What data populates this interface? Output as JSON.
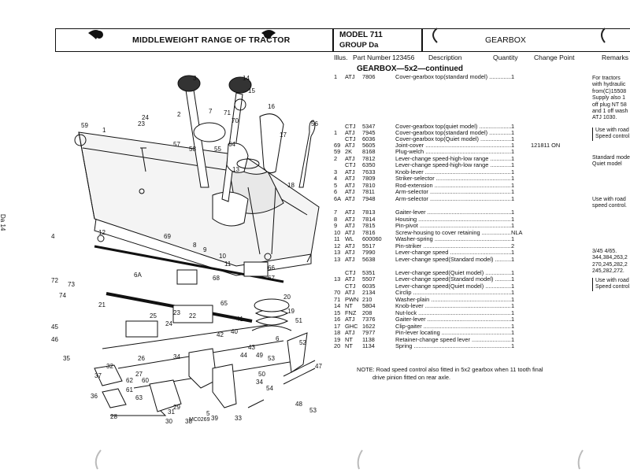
{
  "header": {
    "range_title": "MIDDLEWEIGHT RANGE OF TRACTOR",
    "model": "MODEL 711",
    "group": "GROUP Da",
    "section_title": "GEARBOX"
  },
  "columns": {
    "illus": "Illus.",
    "part_number": "Part Number",
    "ref": "123456",
    "description": "Description",
    "quantity": "Quantity",
    "change_point": "Change Point",
    "remarks": "Remarks"
  },
  "heading": "GEARBOX—5x2—continued",
  "rows": [
    {
      "ill": "1",
      "pref": "ATJ",
      "num": "7806",
      "desc": "Cover-gearbox top(standard model)",
      "qty": "1",
      "chg": ""
    },
    {
      "ill": "",
      "pref": "CTJ",
      "num": "5347",
      "desc": "Cover-gearbox top(quiet model)",
      "qty": "1",
      "chg": ""
    },
    {
      "ill": "1",
      "pref": "ATJ",
      "num": "7945",
      "desc": "Cover-gearbox top(standard model)",
      "qty": "1",
      "chg": ""
    },
    {
      "ill": "",
      "pref": "CTJ",
      "num": "6036",
      "desc": "Cover-gearbox top(Quiet model)",
      "qty": "1",
      "chg": ""
    },
    {
      "ill": "69",
      "pref": "ATJ",
      "num": "5605",
      "desc": "Joint-cover",
      "qty": "1",
      "chg": "121811 ON"
    },
    {
      "ill": "59",
      "pref": "2K",
      "num": "8168",
      "desc": "Plug-welch",
      "qty": "1",
      "chg": ""
    },
    {
      "ill": "2",
      "pref": "ATJ",
      "num": "7812",
      "desc": "Lever-change speed-high-low range",
      "qty": "1",
      "chg": ""
    },
    {
      "ill": "",
      "pref": "CTJ",
      "num": "6350",
      "desc": "Lever-change speed-high-low range",
      "qty": "1",
      "chg": ""
    },
    {
      "ill": "3",
      "pref": "ATJ",
      "num": "7633",
      "desc": "Knob-lever",
      "qty": "1",
      "chg": ""
    },
    {
      "ill": "4",
      "pref": "ATJ",
      "num": "7809",
      "desc": "Striker-selector",
      "qty": "1",
      "chg": ""
    },
    {
      "ill": "5",
      "pref": "ATJ",
      "num": "7810",
      "desc": "Rod-extension",
      "qty": "1",
      "chg": ""
    },
    {
      "ill": "6",
      "pref": "ATJ",
      "num": "7811",
      "desc": "Arm-selector",
      "qty": "1",
      "chg": ""
    },
    {
      "ill": "6A",
      "pref": "ATJ",
      "num": "7948",
      "desc": "Arm-selector",
      "qty": "1",
      "chg": ""
    },
    {
      "ill": "7",
      "pref": "ATJ",
      "num": "7813",
      "desc": "Gaiter-lever",
      "qty": "1",
      "chg": ""
    },
    {
      "ill": "8",
      "pref": "ATJ",
      "num": "7814",
      "desc": "Housing",
      "qty": "1",
      "chg": ""
    },
    {
      "ill": "9",
      "pref": "ATJ",
      "num": "7815",
      "desc": "Pin-pivot",
      "qty": "1",
      "chg": ""
    },
    {
      "ill": "10",
      "pref": "ATJ",
      "num": "7816",
      "desc": "Screw-housing to cover retaining",
      "qty": "NLA",
      "chg": ""
    },
    {
      "ill": "11",
      "pref": "WL",
      "num": "600060",
      "desc": "Washer-spring",
      "qty": "1",
      "chg": ""
    },
    {
      "ill": "12",
      "pref": "ATJ",
      "num": "5517",
      "desc": "Pin-striker",
      "qty": "2",
      "chg": ""
    },
    {
      "ill": "13",
      "pref": "ATJ",
      "num": "7990",
      "desc": "Lever-change speed",
      "qty": "1",
      "chg": ""
    },
    {
      "ill": "13",
      "pref": "ATJ",
      "num": "5638",
      "desc": "Lever-change speed(Standard model)",
      "qty": "1",
      "chg": ""
    },
    {
      "ill": "",
      "pref": "CTJ",
      "num": "5351",
      "desc": "Lever-change speed(Quiet model)",
      "qty": "1",
      "chg": ""
    },
    {
      "ill": "13",
      "pref": "ATJ",
      "num": "5507",
      "desc": "Lever-change speed(Standard model)",
      "qty": "1",
      "chg": ""
    },
    {
      "ill": "",
      "pref": "CTJ",
      "num": "6035",
      "desc": "Lever-change speed(Quiet model)",
      "qty": "1",
      "chg": ""
    },
    {
      "ill": "70",
      "pref": "ATJ",
      "num": "2134",
      "desc": "Circlip",
      "qty": "1",
      "chg": ""
    },
    {
      "ill": "71",
      "pref": "PWN",
      "num": "210",
      "desc": "Washer-plain",
      "qty": "1",
      "chg": ""
    },
    {
      "ill": "14",
      "pref": "NT",
      "num": "5804",
      "desc": "Knob-lever",
      "qty": "1",
      "chg": ""
    },
    {
      "ill": "15",
      "pref": "FNZ",
      "num": "208",
      "desc": "Nut-lock",
      "qty": "1",
      "chg": ""
    },
    {
      "ill": "16",
      "pref": "ATJ",
      "num": "7376",
      "desc": "Gaiter-lever",
      "qty": "1",
      "chg": ""
    },
    {
      "ill": "17",
      "pref": "GHC",
      "num": "1622",
      "desc": "Clip-gaiter",
      "qty": "1",
      "chg": ""
    },
    {
      "ill": "18",
      "pref": "ATJ",
      "num": "7977",
      "desc": "Pin-lever locating",
      "qty": "1",
      "chg": ""
    },
    {
      "ill": "19",
      "pref": "NT",
      "num": "1138",
      "desc": "Retainer-change speed lever",
      "qty": "1",
      "chg": ""
    },
    {
      "ill": "20",
      "pref": "NT",
      "num": "1134",
      "desc": "Spring",
      "qty": "1",
      "chg": ""
    }
  ],
  "remarks": {
    "r1": [
      "For tractors",
      "with hydraulic",
      "from(C)15508",
      "Supply also 1",
      "off plug NT 58",
      "and 1 off wash",
      "ATJ 1030."
    ],
    "r2": [
      "Use with road",
      "Speed control."
    ],
    "r3": [
      "Standard mode",
      "Quiet model"
    ],
    "r4": [
      "Use with road",
      "speed control."
    ],
    "r5": [
      "3/45 4/65.",
      "344,384,263,2",
      "270,245,282,2",
      "245,282,272."
    ],
    "r6": [
      "Use with road",
      "Speed control."
    ]
  },
  "note": [
    "NOTE: Road speed control also fitted in 5x2 gearbox when 11 tooth final",
    "drive pinion fitted on rear axle."
  ],
  "side_label": "Da 14",
  "figure_ref": "MC0269",
  "callouts": [
    "1",
    "2",
    "3",
    "4",
    "5",
    "6",
    "6A",
    "7",
    "8",
    "9",
    "10",
    "11",
    "12",
    "13",
    "14",
    "15",
    "16",
    "17",
    "18",
    "19",
    "20",
    "21",
    "22",
    "23",
    "24",
    "25",
    "26",
    "27",
    "28",
    "29",
    "30",
    "31",
    "32",
    "33",
    "34",
    "35",
    "36",
    "37",
    "38",
    "39",
    "40",
    "41",
    "42",
    "43",
    "44",
    "45",
    "46",
    "47",
    "48",
    "49",
    "50",
    "51",
    "52",
    "53",
    "54",
    "55",
    "56",
    "57",
    "58",
    "59",
    "60",
    "61",
    "62",
    "63",
    "64",
    "65",
    "66",
    "67",
    "68",
    "69",
    "70",
    "71",
    "72",
    "73",
    "74"
  ]
}
